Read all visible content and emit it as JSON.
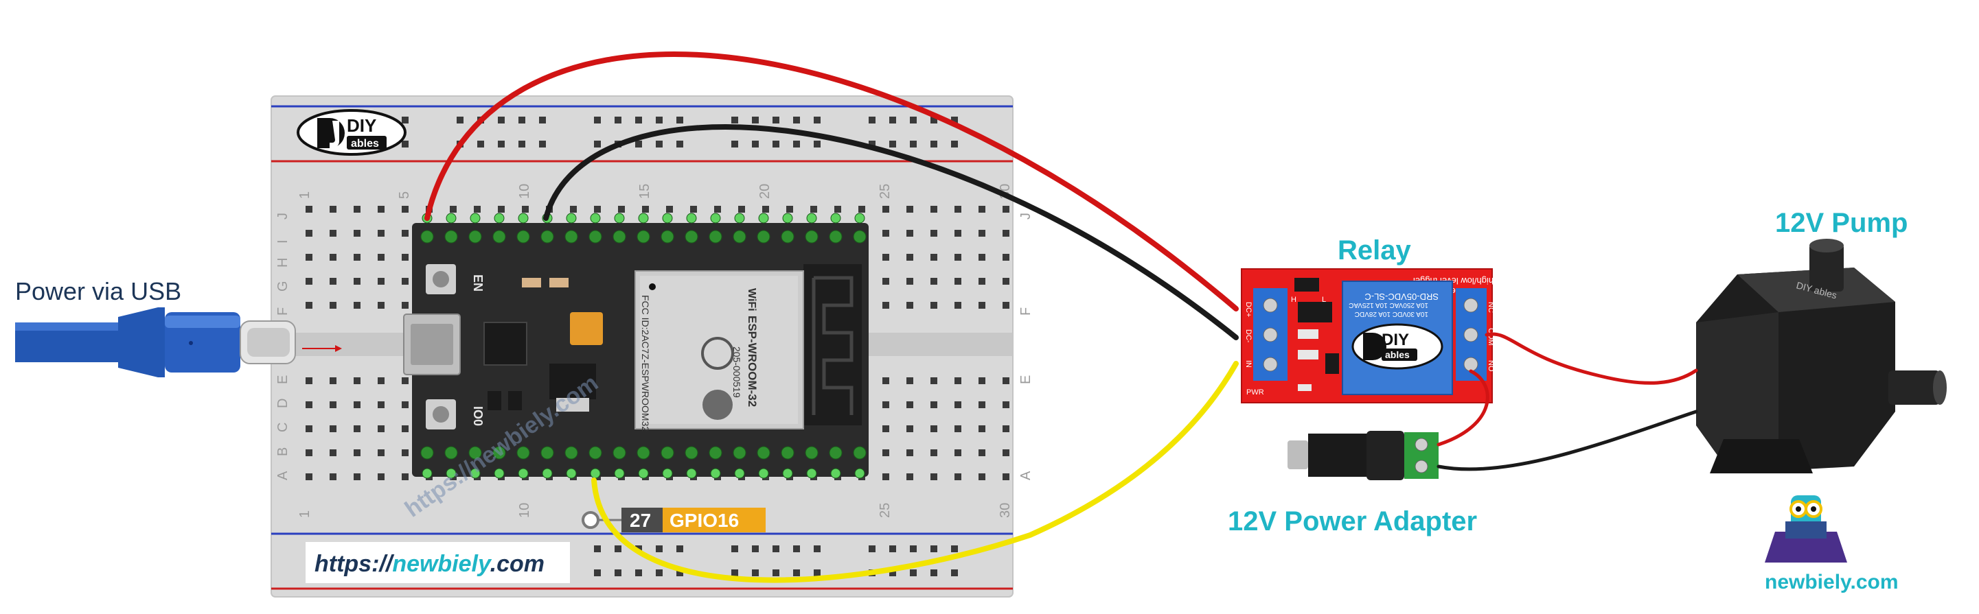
{
  "labels": {
    "power_usb": "Power via USB",
    "relay": "Relay",
    "pump": "12V Pump",
    "adapter": "12V Power Adapter",
    "newbiely": "newbiely.com"
  },
  "breadboard": {
    "logo_top": "DIY",
    "logo_bottom": "ables",
    "url_prefix": "https://",
    "url_brand": "newbiely",
    "url_suffix": ".com",
    "watermark": "https://newbiely.com",
    "col_numbers": [
      "1",
      "5",
      "10",
      "15",
      "20",
      "25",
      "30"
    ],
    "row_letters_top": [
      "J",
      "I",
      "H",
      "G",
      "F"
    ],
    "row_letters_bottom": [
      "E",
      "D",
      "C",
      "B",
      "A"
    ]
  },
  "esp32": {
    "module_text": "ESP-WROOM-32",
    "fcc_text": "FCC ID:2AC7Z-ESPWROOM32",
    "code_text": "205-000519",
    "wifi_text": "WiFi",
    "button_en": "EN",
    "button_io0": "IO0",
    "pin_number": "27",
    "pin_name": "GPIO16"
  },
  "relay_module": {
    "logo_top": "DIY",
    "logo_bottom": "ables",
    "title": "1 Relay Module",
    "subtitle": "high/low level trigger",
    "coil_text": "SRD-05VDC-SL-C",
    "rating1": "10A 250VAC 10A 125VAC",
    "rating2": "10A 30VDC 10A 28VDC",
    "pin_dc_plus": "DC+",
    "pin_dc_minus": "DC-",
    "pin_in": "IN",
    "pin_no": "NO",
    "pin_com": "COM",
    "pin_nc": "NC",
    "pwr_led": "PWR",
    "jumper_h": "H",
    "jumper_l": "L"
  },
  "pump": {
    "brand_text": "DIY ables"
  },
  "colors": {
    "teal": "#1fb5c6",
    "wire_red": "#d11414",
    "wire_black": "#1a1a1a",
    "wire_yellow": "#f2e400",
    "relay_red": "#e81c1c",
    "esp_board": "#2b2b2b",
    "breadboard": "#d9d9d9",
    "usb_blue": "#2357b3",
    "gpio_orange": "#f0a81a"
  }
}
